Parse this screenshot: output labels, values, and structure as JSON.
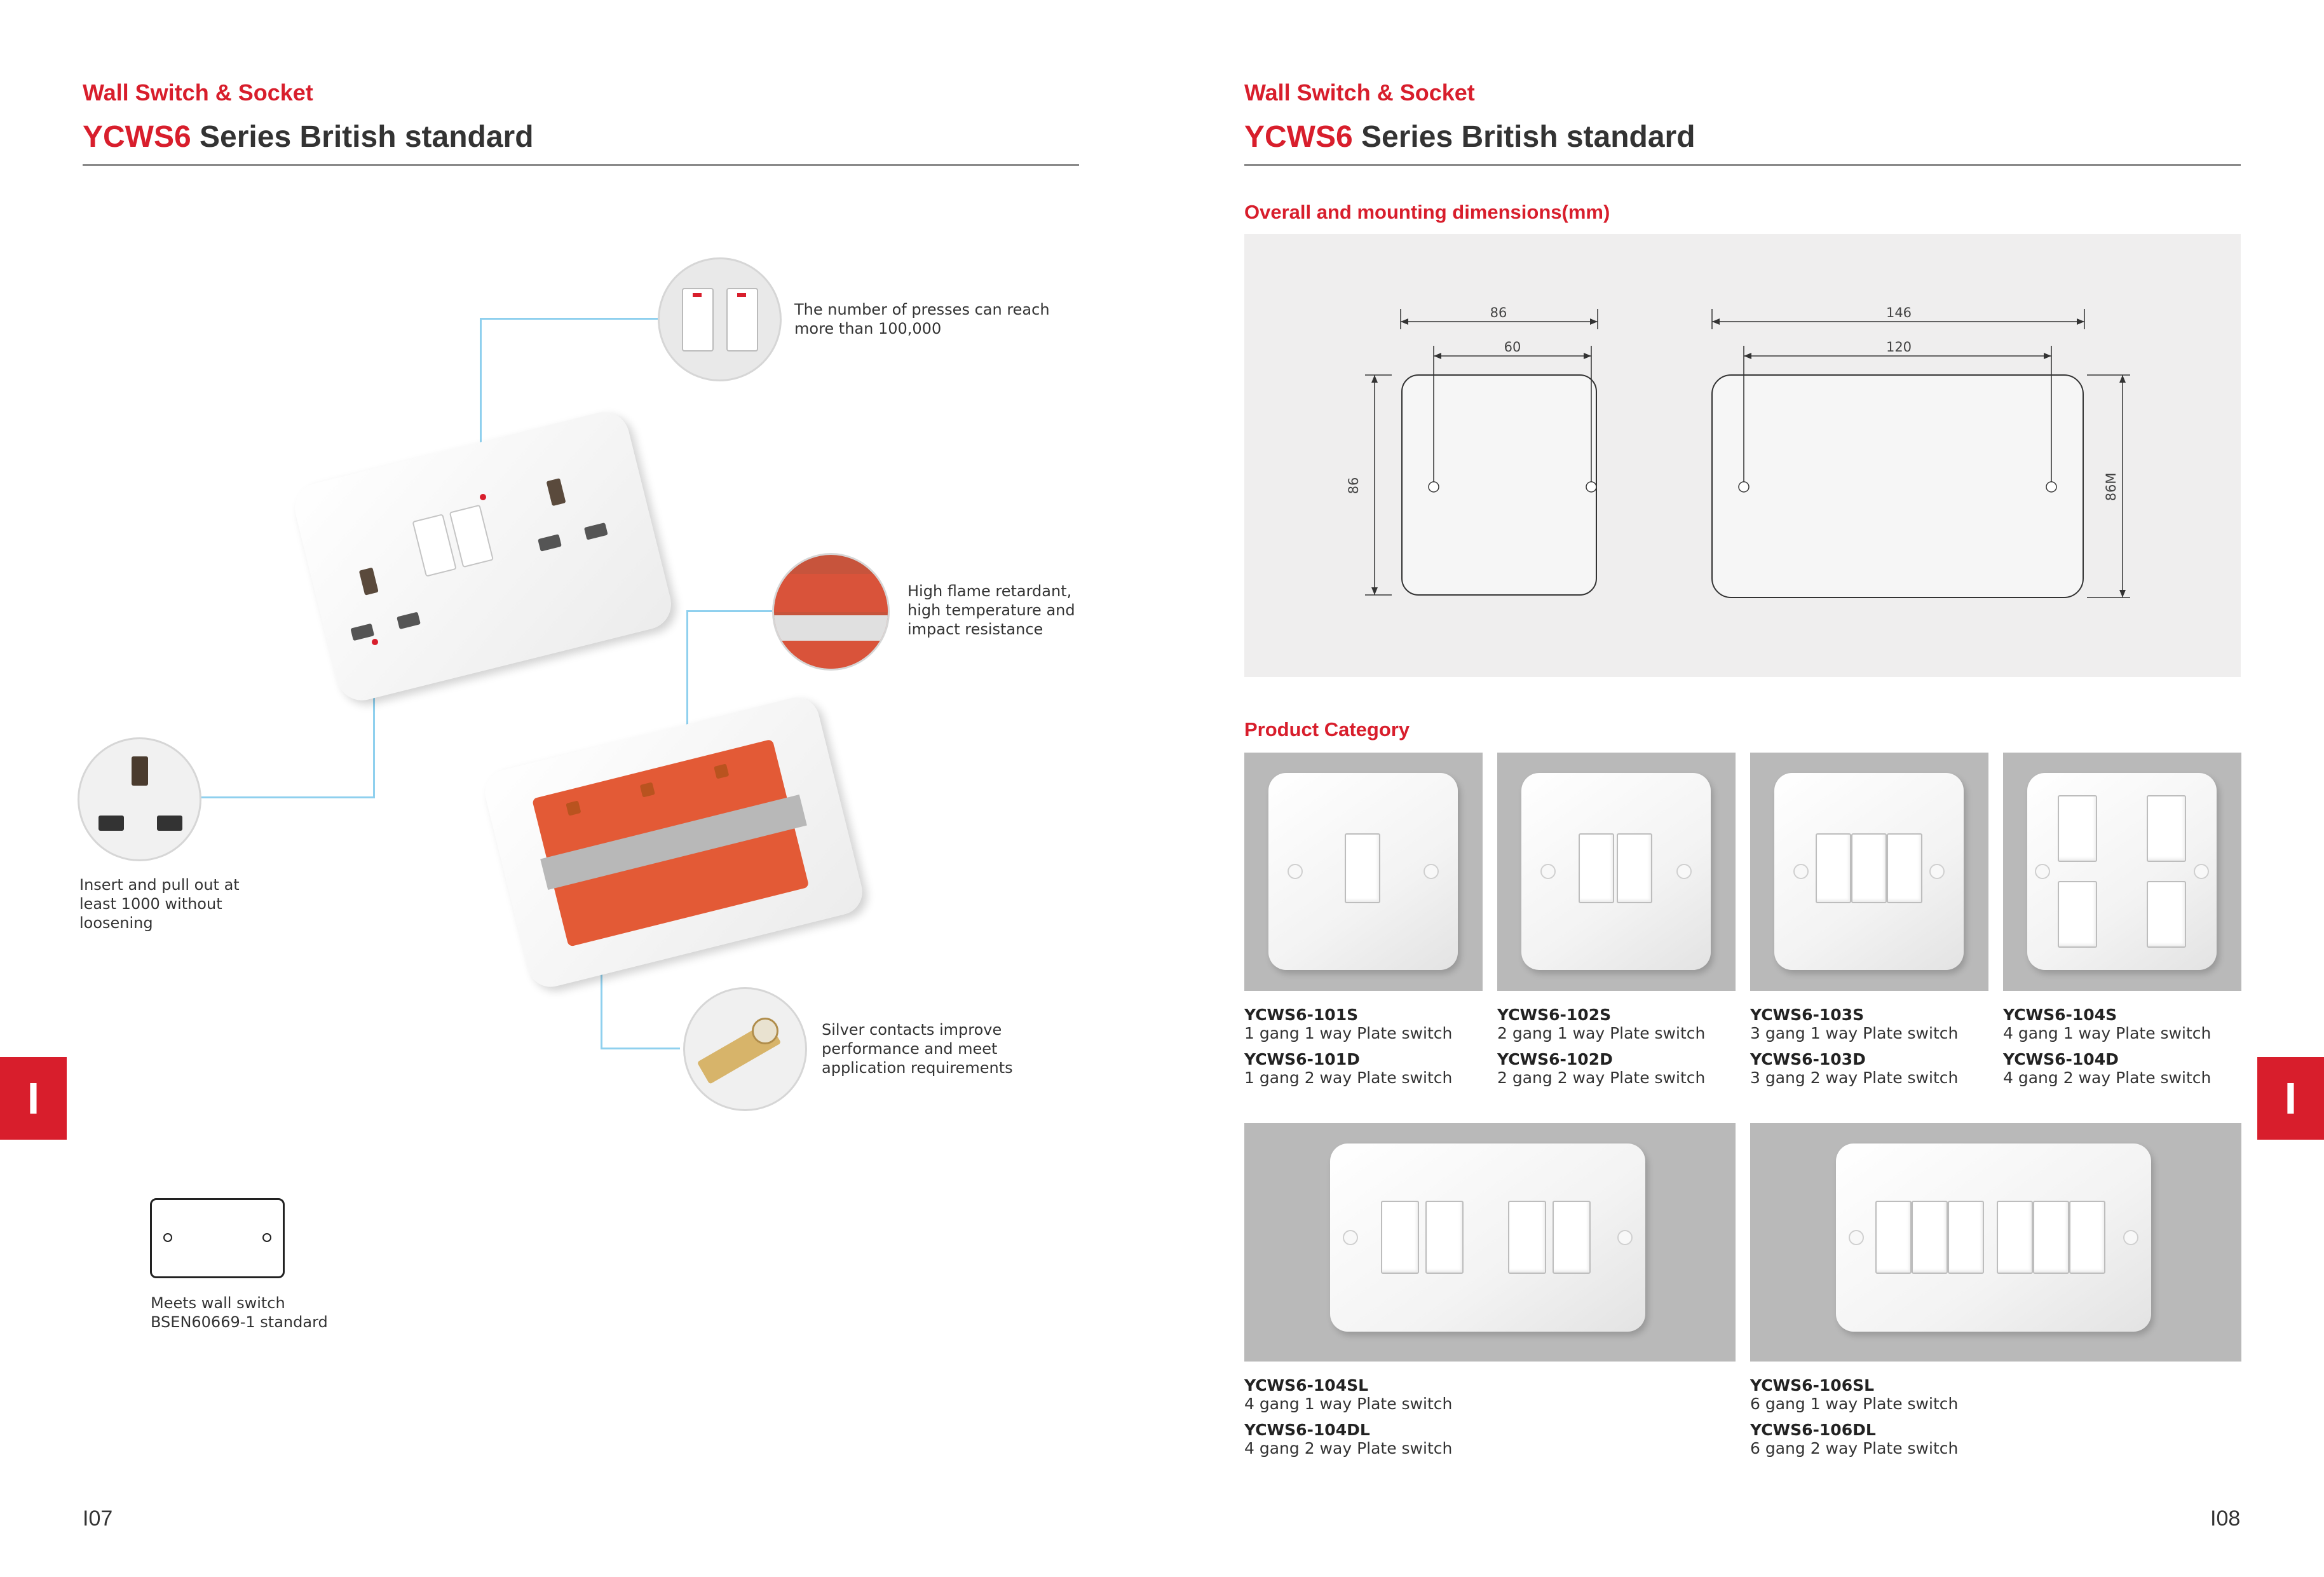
{
  "left": {
    "kicker": "Wall Switch & Socket",
    "title_series": "YCWS6",
    "title_rest": " Series British standard",
    "callouts": {
      "presses": "The number of presses can reach more than 100,000",
      "flame": "High flame retardant, high temperature and impact resistance",
      "insert": "Insert and pull out at least 1000 without loosening",
      "silver": "Silver contacts improve performance and meet application requirements",
      "standard": "Meets wall switch BSEN60669-1 standard"
    },
    "tab_mark": "I",
    "page_number": "I07"
  },
  "right": {
    "kicker": "Wall Switch & Socket",
    "title_series": "YCWS6",
    "title_rest": " Series British standard",
    "dimensions_heading": "Overall and mounting dimensions(mm)",
    "dimensions": {
      "small_width": "86",
      "small_mount": "60",
      "small_height": "86",
      "large_width": "146",
      "large_mount": "120",
      "large_height": "86M"
    },
    "category_heading": "Product Category",
    "products": [
      {
        "code_s": "YCWS6-101S",
        "desc_s": "1 gang 1 way Plate switch",
        "code_d": "YCWS6-101D",
        "desc_d": "1 gang 2 way Plate switch"
      },
      {
        "code_s": "YCWS6-102S",
        "desc_s": "2 gang 1 way Plate switch",
        "code_d": "YCWS6-102D",
        "desc_d": "2 gang 2 way Plate switch"
      },
      {
        "code_s": "YCWS6-103S",
        "desc_s": "3 gang 1 way Plate switch",
        "code_d": "YCWS6-103D",
        "desc_d": "3 gang 2 way Plate switch"
      },
      {
        "code_s": "YCWS6-104S",
        "desc_s": "4 gang 1 way Plate switch",
        "code_d": "YCWS6-104D",
        "desc_d": "4 gang 2 way Plate switch"
      },
      {
        "code_s": "YCWS6-104SL",
        "desc_s": "4 gang 1 way Plate switch",
        "code_d": "YCWS6-104DL",
        "desc_d": "4 gang 2 way Plate switch"
      },
      {
        "code_s": "YCWS6-106SL",
        "desc_s": "6 gang 1 way Plate switch",
        "code_d": "YCWS6-106DL",
        "desc_d": "6 gang 2 way Plate switch"
      }
    ],
    "tab_mark": "I",
    "page_number": "I08"
  },
  "colors": {
    "accent": "#d81e2c",
    "callout_line": "#8fd0ee",
    "product_bg": "#b9b9b9",
    "diagram_bg": "#efeeee"
  }
}
